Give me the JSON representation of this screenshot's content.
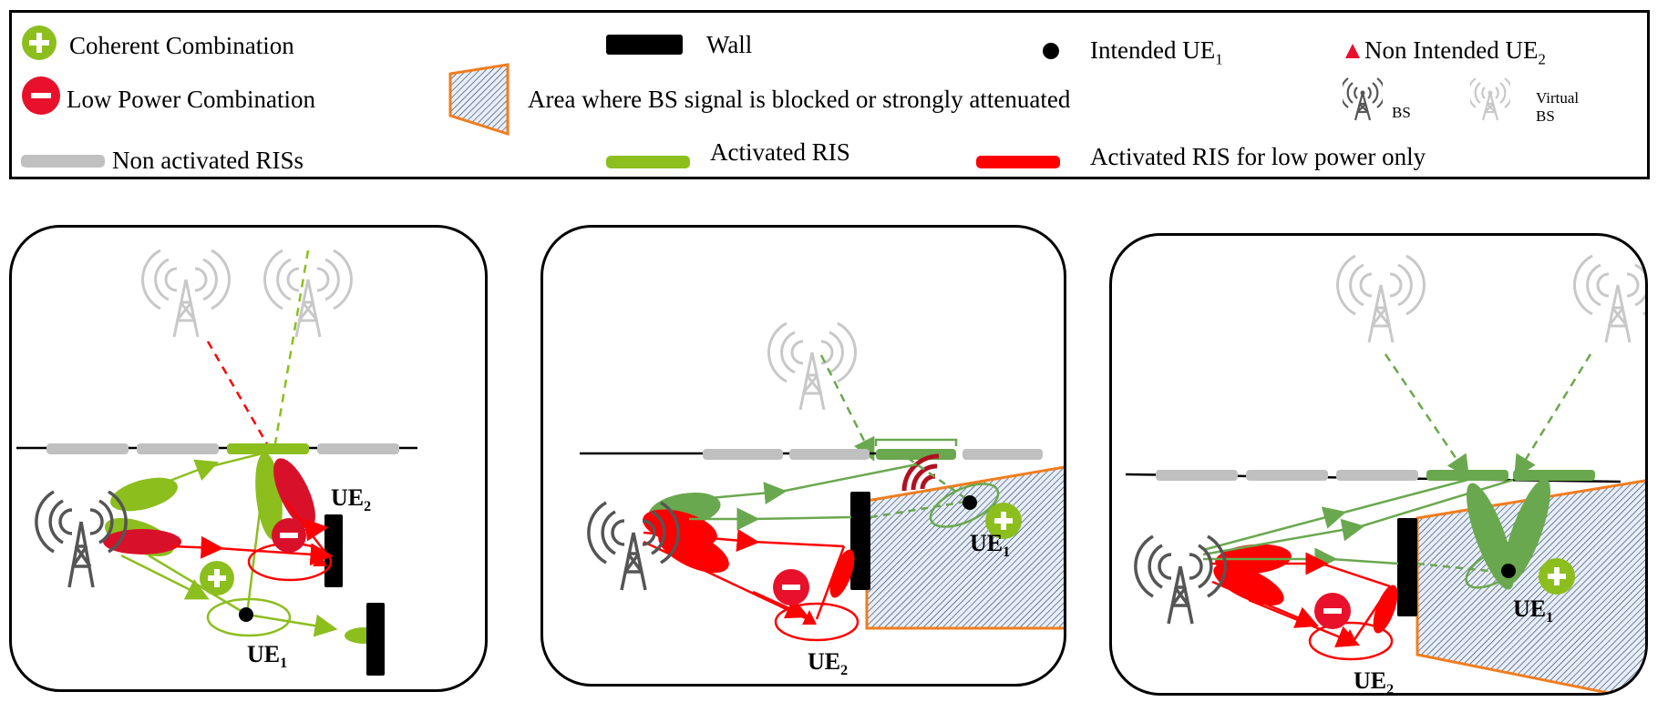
{
  "legend": {
    "coherent": {
      "label": "Coherent Combination",
      "color": "#8cbe1e"
    },
    "low_power": {
      "label": "Low Power Combination",
      "color": "#e8102a"
    },
    "non_activated": {
      "label": "Non activated RISs",
      "color": "#c0c0c0"
    },
    "wall": {
      "label": "Wall",
      "color": "#000000"
    },
    "blocked_area": {
      "label": "Area where BS signal is blocked or strongly attenuated"
    },
    "activated": {
      "label": "Activated RIS",
      "color": "#8cbe1e"
    },
    "intended_ue": {
      "label": "Intended UE",
      "sub": "1"
    },
    "non_intended_ue": {
      "label": "Non Intended UE",
      "sub": "2"
    },
    "bs": {
      "label": "BS"
    },
    "virtual_bs": {
      "label": "Virtual BS"
    },
    "activated_low": {
      "label": "Activated RIS for low power only",
      "color": "#ff0000"
    }
  },
  "panels": [
    {
      "ue1": {
        "label": "UE",
        "sub": "1"
      },
      "ue2": {
        "label": "UE",
        "sub": "2"
      }
    },
    {
      "ue1": {
        "label": "UE",
        "sub": "1"
      },
      "ue2": {
        "label": "UE",
        "sub": "2"
      }
    },
    {
      "ue1": {
        "label": "UE",
        "sub": "1"
      },
      "ue2": {
        "label": "UE",
        "sub": "2"
      }
    }
  ],
  "colors": {
    "green": "#8cbe1e",
    "dark_green": "#6aa84f",
    "red": "#ff0000",
    "dark_red": "#c00000",
    "gray": "#c0c0c0",
    "orange": "#f07d1e",
    "hatch": "#1f3864"
  }
}
